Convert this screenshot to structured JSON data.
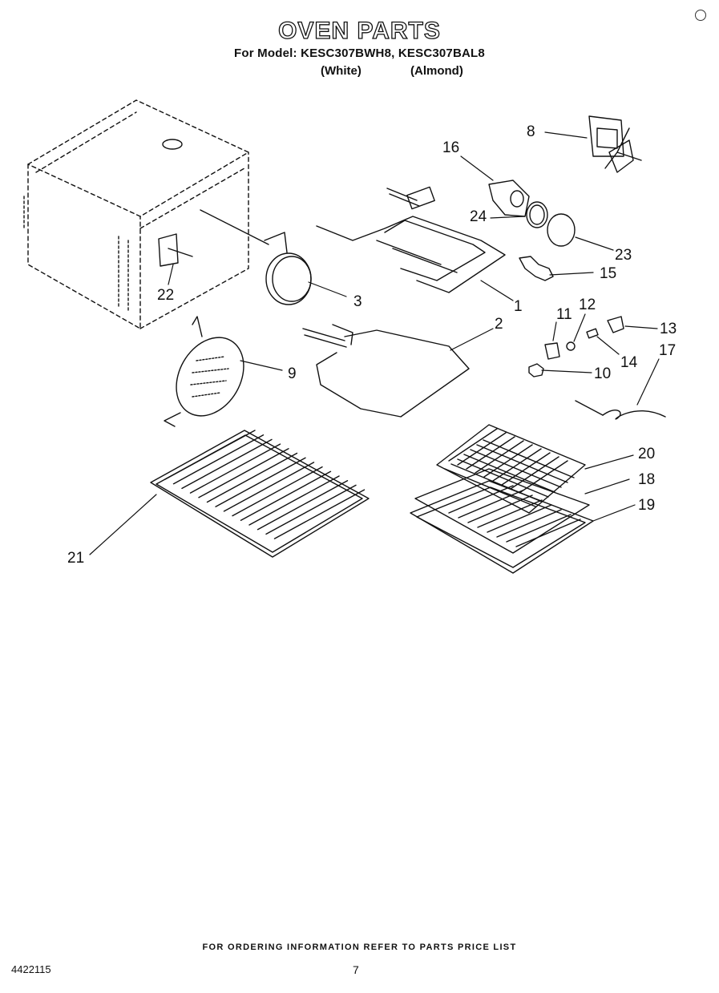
{
  "header": {
    "title": "OVEN PARTS",
    "subtitle": "For Model: KESC307BWH8, KESC307BAL8",
    "variant_white": "(White)",
    "variant_almond": "(Almond)"
  },
  "callouts": [
    {
      "id": "c1",
      "label": "1"
    },
    {
      "id": "c2",
      "label": "2"
    },
    {
      "id": "c3",
      "label": "3"
    },
    {
      "id": "c8",
      "label": "8"
    },
    {
      "id": "c9",
      "label": "9"
    },
    {
      "id": "c10",
      "label": "10"
    },
    {
      "id": "c11",
      "label": "11"
    },
    {
      "id": "c12",
      "label": "12"
    },
    {
      "id": "c13",
      "label": "13"
    },
    {
      "id": "c14",
      "label": "14"
    },
    {
      "id": "c15",
      "label": "15"
    },
    {
      "id": "c16",
      "label": "16"
    },
    {
      "id": "c17",
      "label": "17"
    },
    {
      "id": "c18",
      "label": "18"
    },
    {
      "id": "c19",
      "label": "19"
    },
    {
      "id": "c20",
      "label": "20"
    },
    {
      "id": "c21",
      "label": "21"
    },
    {
      "id": "c22",
      "label": "22"
    },
    {
      "id": "c23",
      "label": "23"
    },
    {
      "id": "c24",
      "label": "24"
    }
  ],
  "footer": {
    "ordering_note": "FOR ORDERING INFORMATION REFER TO PARTS PRICE LIST",
    "document_number": "4422115",
    "page_number": "7"
  }
}
